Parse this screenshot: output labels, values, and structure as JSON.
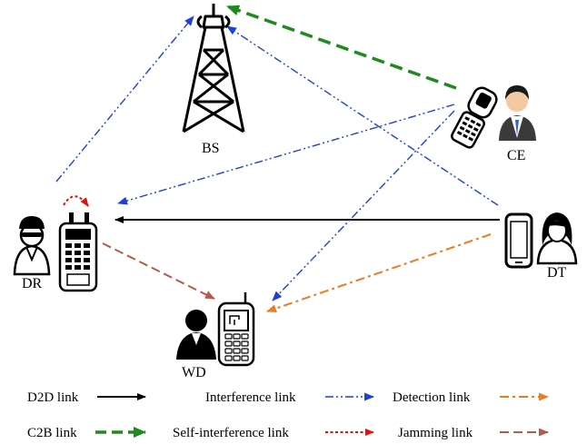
{
  "nodes": {
    "bs": {
      "label": "BS",
      "icon": "cell-tower-icon"
    },
    "ce": {
      "label": "CE",
      "icon": "flip-phone-and-businessman-icon"
    },
    "dr": {
      "label": "DR",
      "icon": "user-with-walkie-talkie-icon"
    },
    "dt": {
      "label": "DT",
      "icon": "smartphone-and-woman-icon"
    },
    "wd": {
      "label": "WD",
      "icon": "man-with-mobile-phone-icon"
    }
  },
  "links": {
    "d2d": {
      "label": "D2D link",
      "color": "#000000"
    },
    "c2b": {
      "label": "C2B link",
      "color": "#1e8b1e"
    },
    "interference": {
      "label": "Interference link",
      "color": "#1f3fd8"
    },
    "self_interference": {
      "label": "Self-interference link",
      "color": "#e01010"
    },
    "detection": {
      "label": "Detection link",
      "color": "#f07a1e"
    },
    "jamming": {
      "label": "Jamming link",
      "color": "#b55a4f"
    }
  },
  "edges": [
    {
      "from": "dt",
      "to": "dr",
      "type": "d2d"
    },
    {
      "from": "ce",
      "to": "bs",
      "type": "c2b"
    },
    {
      "from": "dr",
      "to": "bs",
      "type": "interference"
    },
    {
      "from": "dt",
      "to": "bs",
      "type": "interference"
    },
    {
      "from": "ce",
      "to": "dr",
      "type": "interference"
    },
    {
      "from": "ce",
      "to": "wd",
      "type": "interference"
    },
    {
      "from": "dt",
      "to": "wd",
      "type": "detection"
    },
    {
      "from": "dr",
      "to": "wd",
      "type": "jamming"
    },
    {
      "from": "dr",
      "to": "dr",
      "type": "self_interference"
    }
  ]
}
